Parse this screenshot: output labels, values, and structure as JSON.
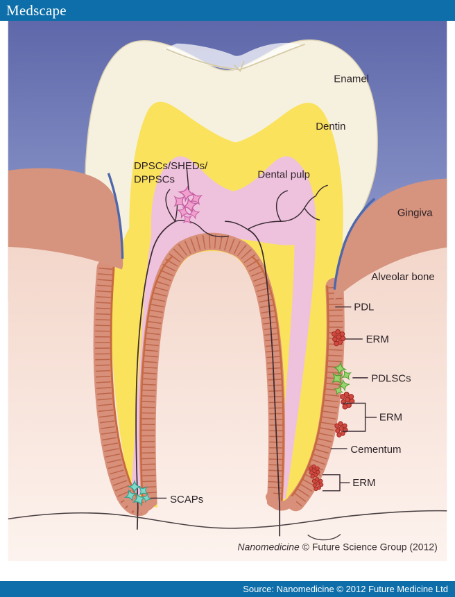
{
  "header": {
    "brand": "Medscape",
    "background": "#0d6ea9",
    "text_color": "#ffffff"
  },
  "footer": {
    "source_text": "Source: Nanomedicine © 2012 Future Medicine Ltd",
    "background": "#0d6ea9",
    "text_color": "#ffffff"
  },
  "figure": {
    "caption": {
      "journal": "Nanomedicine",
      "credit": " © Future Science Group (2012)"
    },
    "labels": {
      "enamel": "Enamel",
      "dentin": "Dentin",
      "dpsc_line1": "DPSCs/SHEDs/",
      "dpsc_line2": "DPPSCs",
      "dental_pulp": "Dental pulp",
      "gingiva": "Gingiva",
      "alveolar_bone": "Alveolar bone",
      "pdl": "PDL",
      "erm_upper": "ERM",
      "pdlscs": "PDLSCs",
      "erm_middle": "ERM",
      "cementum": "Cementum",
      "erm_lower": "ERM",
      "scaps": "SCAPs"
    },
    "colors": {
      "sky_top": "#5e68aa",
      "sky_bottom": "#97a1d1",
      "enamel": "#f6f1df",
      "enamel_outline": "#ddd2b2",
      "dentin": "#fae25c",
      "pulp": "#eec2dd",
      "gingiva": "#d6937e",
      "alveolar_bone_top": "#f3d6ca",
      "alveolar_bone_bottom": "#fdf3ee",
      "pdl_band": "#d8907a",
      "pdl_hatch": "#b85f43",
      "cementum_line": "#c8693f",
      "sulcus_line": "#4e67ac",
      "nerve": "#3a2a33",
      "dpsc_cells": "#f0a0cc",
      "scap_cells": "#7fd8c8",
      "pdlsc_cells": "#97d46e",
      "erm_cells": "#cf4a40",
      "label_text": "#2b2126"
    }
  }
}
